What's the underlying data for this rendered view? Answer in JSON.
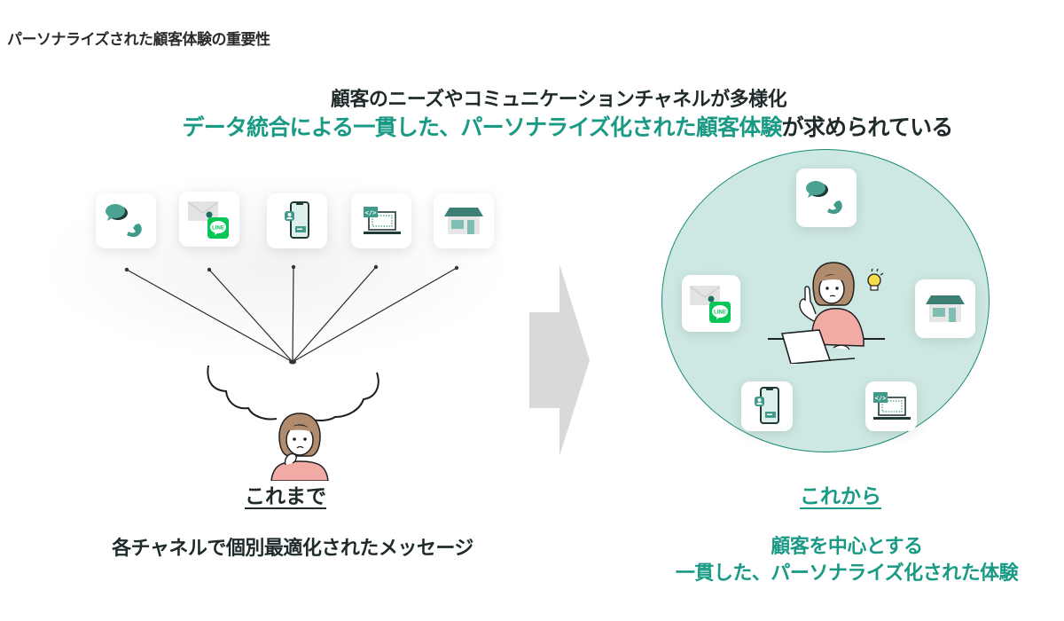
{
  "page": {
    "title": "パーソナライズされた顧客体験の重要性"
  },
  "headline": {
    "line1": "顧客のニーズやコミュニケーションチャネルが多様化",
    "line2_highlight_a": "データ統合による一貫した、パーソナライズ化された顧客体験",
    "line2_rest": "が求められている"
  },
  "before": {
    "label": "これまで",
    "caption": "各チャネルで個別最適化されたメッセージ",
    "channels": [
      {
        "icon": "chat-phone-icon"
      },
      {
        "icon": "mail-line-icon",
        "badge": "LINE"
      },
      {
        "icon": "smartphone-icon"
      },
      {
        "icon": "web-laptop-icon",
        "code": "</>"
      },
      {
        "icon": "store-icon"
      }
    ]
  },
  "after": {
    "label": "これから",
    "caption_line1": "顧客を中心とする",
    "caption_line2": "一貫した、パーソナライズ化された体験",
    "channels": [
      {
        "icon": "chat-phone-icon"
      },
      {
        "icon": "mail-line-icon",
        "badge": "LINE"
      },
      {
        "icon": "store-icon"
      },
      {
        "icon": "smartphone-icon"
      },
      {
        "icon": "web-laptop-icon",
        "code": "</>"
      }
    ]
  },
  "colors": {
    "accent": "#1a9a85",
    "circle_fill": "#cde7e2",
    "icon_teal": "#3f9a8a",
    "line_green": "#06c755",
    "arrow": "#d9d9d9",
    "sweater": "#f2aaa4",
    "hair": "#b08b6e"
  }
}
